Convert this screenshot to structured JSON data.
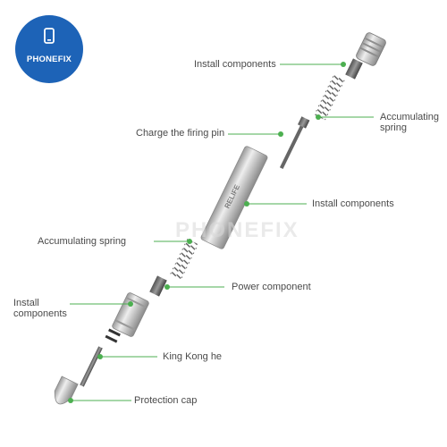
{
  "brand": {
    "logo_text": "PHONEFIX",
    "watermark": "PHONEFIX",
    "logo_color": "#1d63b7"
  },
  "tool_brand": "RELIFE",
  "accent_color": "#4caf50",
  "callouts": {
    "install_top": "Install components",
    "accum_spring_right_1": "Accumulating",
    "accum_spring_right_2": "spring",
    "charge_firing_pin": "Charge the firing pin",
    "install_middle": "Install components",
    "accum_spring_left": "Accumulating spring",
    "power_component": "Power component",
    "install_left_1": "Install",
    "install_left_2": "components",
    "king_kong_head": "King Kong he",
    "protection_cap": "Protection cap"
  }
}
